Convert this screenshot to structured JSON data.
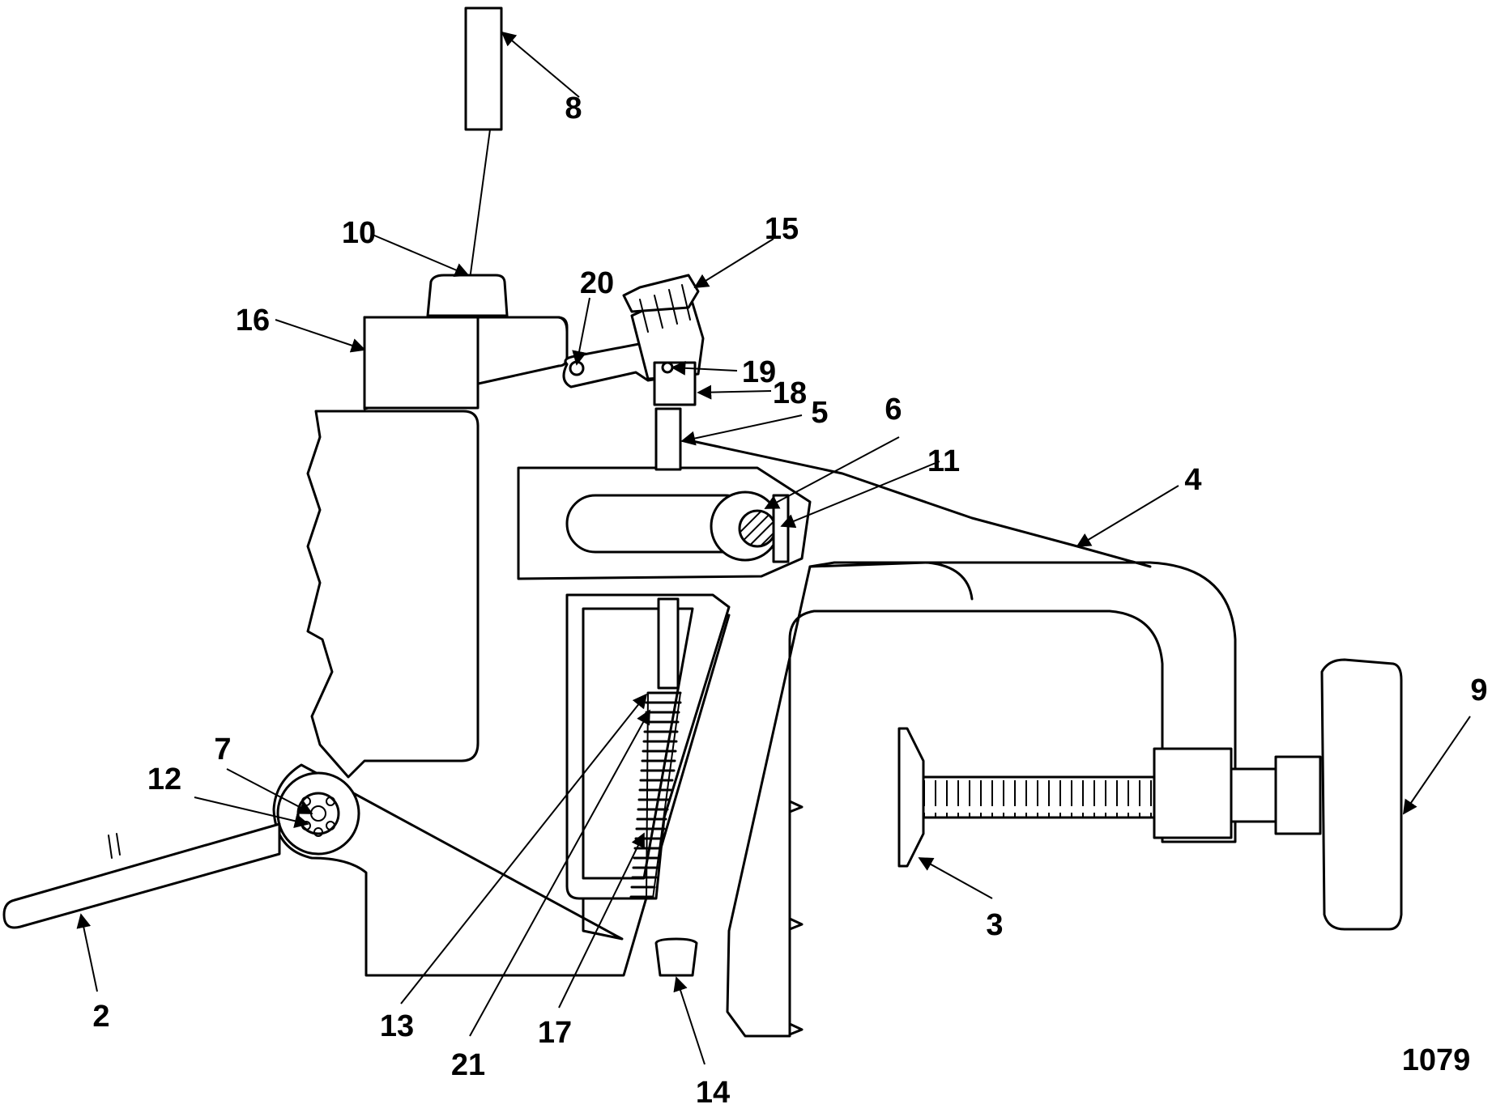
{
  "figure_id": "1079",
  "callouts": [
    {
      "id": "c2",
      "label": "2"
    },
    {
      "id": "c3",
      "label": "3"
    },
    {
      "id": "c4",
      "label": "4"
    },
    {
      "id": "c5",
      "label": "5"
    },
    {
      "id": "c6",
      "label": "6"
    },
    {
      "id": "c7",
      "label": "7"
    },
    {
      "id": "c8",
      "label": "8"
    },
    {
      "id": "c9",
      "label": "9"
    },
    {
      "id": "c10",
      "label": "10"
    },
    {
      "id": "c11",
      "label": "11"
    },
    {
      "id": "c12",
      "label": "12"
    },
    {
      "id": "c13",
      "label": "13"
    },
    {
      "id": "c14",
      "label": "14"
    },
    {
      "id": "c15",
      "label": "15"
    },
    {
      "id": "c16",
      "label": "16"
    },
    {
      "id": "c17",
      "label": "17"
    },
    {
      "id": "c18",
      "label": "18"
    },
    {
      "id": "c19",
      "label": "19"
    },
    {
      "id": "c20",
      "label": "20"
    },
    {
      "id": "c21",
      "label": "21"
    }
  ]
}
